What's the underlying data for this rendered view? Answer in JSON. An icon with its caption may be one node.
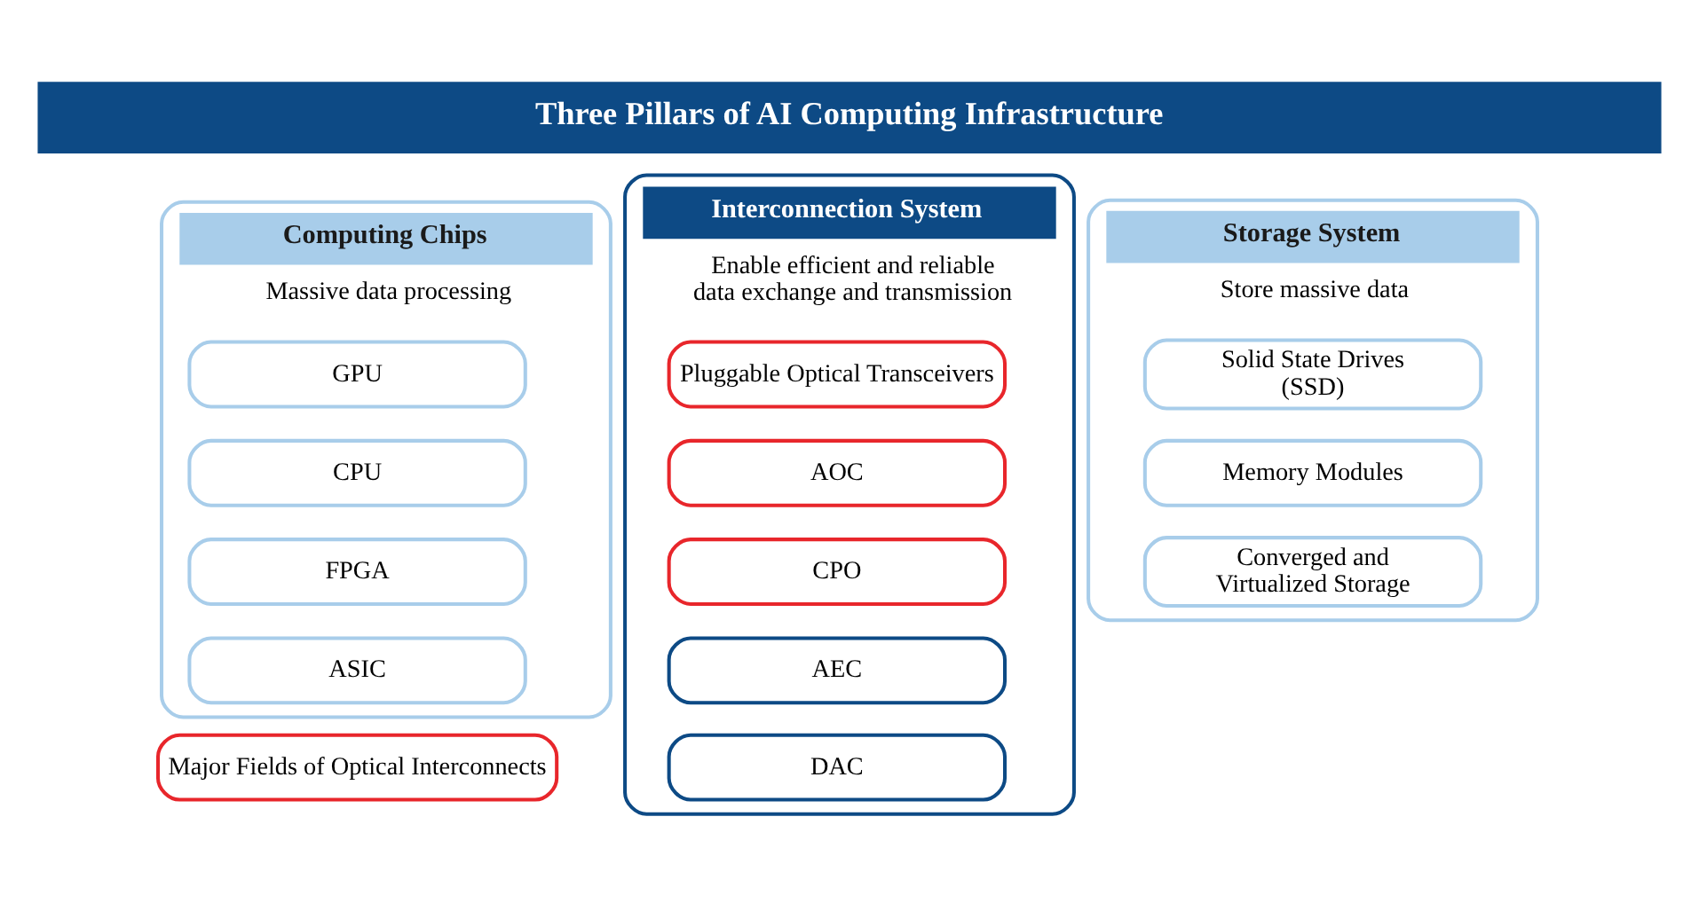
{
  "diagram": {
    "title": "Three Pillars of AI Computing Infrastructure",
    "nodes": [
      {
        "text": [
          "Computing Chips",
          "Massive data processing"
        ]
      },
      {
        "text": [
          "GPU"
        ],
        "in": 0
      },
      {
        "text": [
          "CPU"
        ],
        "in": 0
      },
      {
        "text": [
          "FPGA"
        ],
        "in": 0
      },
      {
        "text": [
          "ASIC"
        ],
        "in": 0
      },
      {
        "text": [
          "Interconnection System",
          "Enable efficient and reliable data exchange and transmission"
        ]
      },
      {
        "text": [
          "Pluggable Optical Transceivers"
        ],
        "in": 5
      },
      {
        "text": [
          "AOC"
        ],
        "in": 5
      },
      {
        "text": [
          "CPO"
        ],
        "in": 5
      },
      {
        "text": [
          "AEC"
        ],
        "in": 5
      },
      {
        "text": [
          "DAC"
        ],
        "in": 5
      },
      {
        "text": [
          "Storage System",
          "Store massive data"
        ]
      },
      {
        "text": [
          "Solid State Drives (SSD)"
        ],
        "in": 11
      },
      {
        "text": [
          "Memory Modules"
        ],
        "in": 11
      },
      {
        "text": [
          "Converged and Virtualized Storage"
        ],
        "in": 11
      },
      {
        "text": [
          "Major Fields of Optical Interconnects"
        ]
      }
    ],
    "edges": []
  }
}
